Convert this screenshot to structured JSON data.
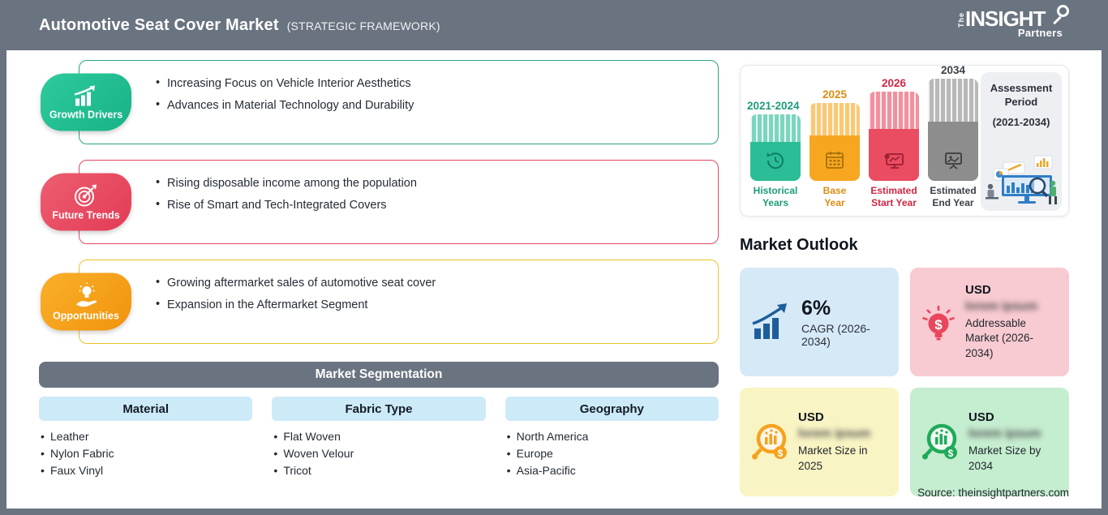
{
  "header": {
    "title": "Automotive Seat Cover Market",
    "subtitle": "(STRATEGIC FRAMEWORK)",
    "logo": {
      "the": "The",
      "name": "INSIGHT",
      "partners": "Partners"
    }
  },
  "sections": [
    {
      "label": "Growth Drivers",
      "color": "#1fbd8f",
      "bullets": [
        "Increasing Focus on Vehicle Interior Aesthetics",
        "Advances in Material Technology and Durability"
      ]
    },
    {
      "label": "Future Trends",
      "color": "#e8475d",
      "bullets": [
        "Rising disposable income among the population",
        "Rise of Smart and Tech-Integrated Covers"
      ]
    },
    {
      "label": "Opportunities",
      "color": "#f6a21d",
      "bullets": [
        "Growing aftermarket sales of automotive seat cover",
        "Expansion in the Aftermarket Segment"
      ]
    }
  ],
  "segmentation": {
    "title": "Market Segmentation",
    "columns": [
      {
        "header": "Material",
        "items": [
          "Leather",
          "Nylon Fabric",
          "Faux Vinyl"
        ]
      },
      {
        "header": "Fabric Type",
        "items": [
          "Flat Woven",
          "Woven Velour",
          "Tricot"
        ]
      },
      {
        "header": "Geography",
        "items": [
          "North America",
          "Europe",
          "Asia-Pacific"
        ]
      }
    ]
  },
  "timeline": {
    "bars": [
      {
        "year": "2021-2024",
        "role1": "Historical",
        "role2": "Years",
        "color": "#2abd96"
      },
      {
        "year": "2025",
        "role1": "Base",
        "role2": "Year",
        "color": "#f7a71f"
      },
      {
        "year": "2026",
        "role1": "Estimated",
        "role2": "Start Year",
        "color": "#ea4c62"
      },
      {
        "year": "2034",
        "role1": "Estimated",
        "role2": "End Year",
        "color": "#8d8d8d"
      }
    ],
    "assessment": {
      "line1": "Assessment Period",
      "line2": "(2021-2034)"
    }
  },
  "outlook": {
    "title": "Market Outlook",
    "cards": [
      {
        "value": "6%",
        "label": "CAGR (2026-2034)",
        "bg": "#d6e9f6"
      },
      {
        "currency": "USD",
        "blurred_value": "lorem ipsum",
        "label": "Addressable Market (2026-2034)",
        "bg": "#f8cad1"
      },
      {
        "currency": "USD",
        "blurred_value": "lorem ipsum",
        "label": "Market Size in 2025",
        "bg": "#f9f4c3"
      },
      {
        "currency": "USD",
        "blurred_value": "lorem ipsum",
        "label": "Market Size by 2034",
        "bg": "#c5edcf"
      }
    ]
  },
  "source": "Source: theinsightpartners.com"
}
